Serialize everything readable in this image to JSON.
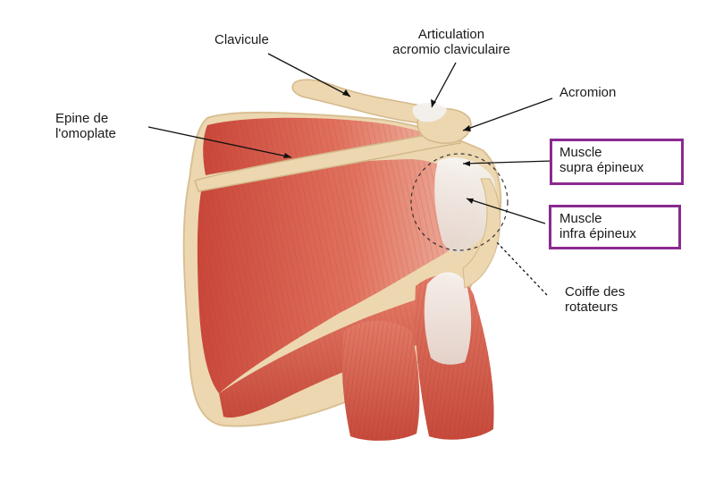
{
  "labels": {
    "clavicule": "Clavicule",
    "articulation_line1": "Articulation",
    "articulation_line2": "acromio claviculaire",
    "acromion": "Acromion",
    "epine_line1": "Epine de",
    "epine_line2": "l'omoplate",
    "supra_line1": "Muscle",
    "supra_line2": "supra épineux",
    "infra_line1": "Muscle",
    "infra_line2": "infra épineux",
    "coiffe_line1": "Coiffe des",
    "coiffe_line2": "rotateurs"
  },
  "colors": {
    "highlight_box": "#8a2a8f",
    "muscle": "#d9604e",
    "bone": "#ecd7b0",
    "tendon": "#eeeae6",
    "leader_line": "#111111"
  }
}
